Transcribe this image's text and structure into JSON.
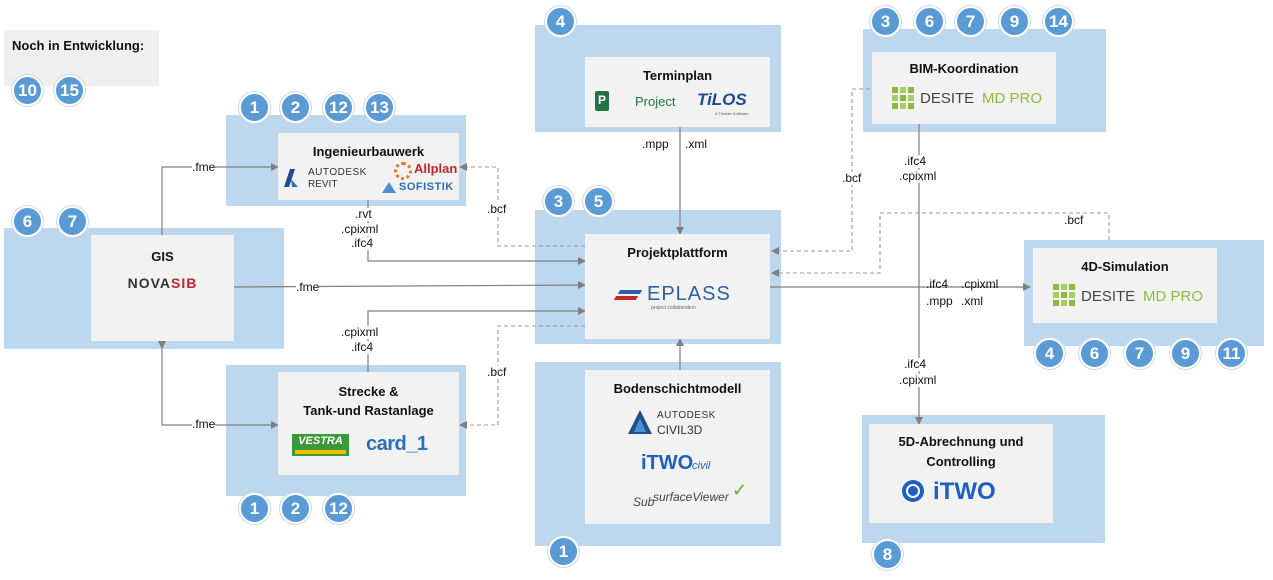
{
  "legend": {
    "title": "Noch in Entwicklung:",
    "badges": [
      "10",
      "15"
    ]
  },
  "nodes": {
    "ingenieurbau": {
      "title": "Ingenieurbauwerk",
      "badges": [
        "1",
        "2",
        "12",
        "13"
      ],
      "logos": {
        "autodesk": "AUTODESK",
        "revit": "REVIT",
        "allplan": "Allplan",
        "sofistik": "SOFISTIK"
      }
    },
    "gis": {
      "title": "GIS",
      "badges": [
        "6",
        "7"
      ],
      "logo_a": "NOVA",
      "logo_b": "SIB"
    },
    "strecke": {
      "title_line1": "Strecke &",
      "title_line2": "Tank-und Rastanlage",
      "badges": [
        "1",
        "2",
        "12"
      ],
      "logos": {
        "vestra": "VESTRA",
        "card": "card_1"
      }
    },
    "terminplan": {
      "title": "Terminplan",
      "badges": [
        "4"
      ],
      "logos": {
        "project": "Project",
        "tilos": "TiLOS",
        "tilos_sub": "A Trimble Software"
      }
    },
    "projektplattform": {
      "title": "Projektplattform",
      "badges": [
        "3",
        "5"
      ],
      "logo": "EPLASS",
      "logo_sub": "project collaboration"
    },
    "bodenschicht": {
      "title": "Bodenschichtmodell",
      "badges": [
        "1"
      ],
      "logos": {
        "autodesk": "AUTODESK",
        "civil3d": "CIVIL3D",
        "itwo": "iTWO",
        "itwo_sub": "civil",
        "sub": "Sub",
        "surfaceviewer": "surfaceViewer"
      }
    },
    "bim": {
      "title": "BIM-Koordination",
      "badges": [
        "3",
        "6",
        "7",
        "9",
        "14"
      ],
      "logo_a": "DESITE",
      "logo_b": "MD PRO"
    },
    "sim4d": {
      "title": "4D-Simulation",
      "badges": [
        "4",
        "6",
        "7",
        "9",
        "11"
      ],
      "logo_a": "DESITE",
      "logo_b": "MD PRO"
    },
    "abrechnung": {
      "title_line1": "5D-Abrechnung und",
      "title_line2": "Controlling",
      "badges": [
        "8"
      ],
      "logo": "iTWO"
    }
  },
  "flow_labels": {
    "gis_ing_fme": ".fme",
    "gis_str_fme": ".fme",
    "gis_pp_fme": ".fme",
    "ing_rvt": ".rvt",
    "ing_cpixml": ".cpixml",
    "ing_ifc4": ".ifc4",
    "ing_bcf": ".bcf",
    "str_cpixml": ".cpixml",
    "str_ifc4": ".ifc4",
    "str_bcf": ".bcf",
    "term_mpp": ".mpp",
    "term_xml": ".xml",
    "bim_bcf": ".bcf",
    "bim_ifc4": ".ifc4",
    "bim_cpixml": ".cpixml",
    "sim_bcf": ".bcf",
    "sim_ifc4": ".ifc4",
    "sim_cpixml": ".cpixml",
    "sim_mpp": ".mpp",
    "sim_xml": ".xml",
    "ab_ifc4": ".ifc4",
    "ab_cpixml": ".cpixml"
  },
  "colors": {
    "zone": "#bdd7ee",
    "card": "#f2f2f2",
    "badge": "#5b9bd5",
    "connector": "#7f7f7f",
    "novasib_red": "#c0282d",
    "desite_green": "#8cba3c",
    "eplass_blue": "#2e5f9e"
  }
}
